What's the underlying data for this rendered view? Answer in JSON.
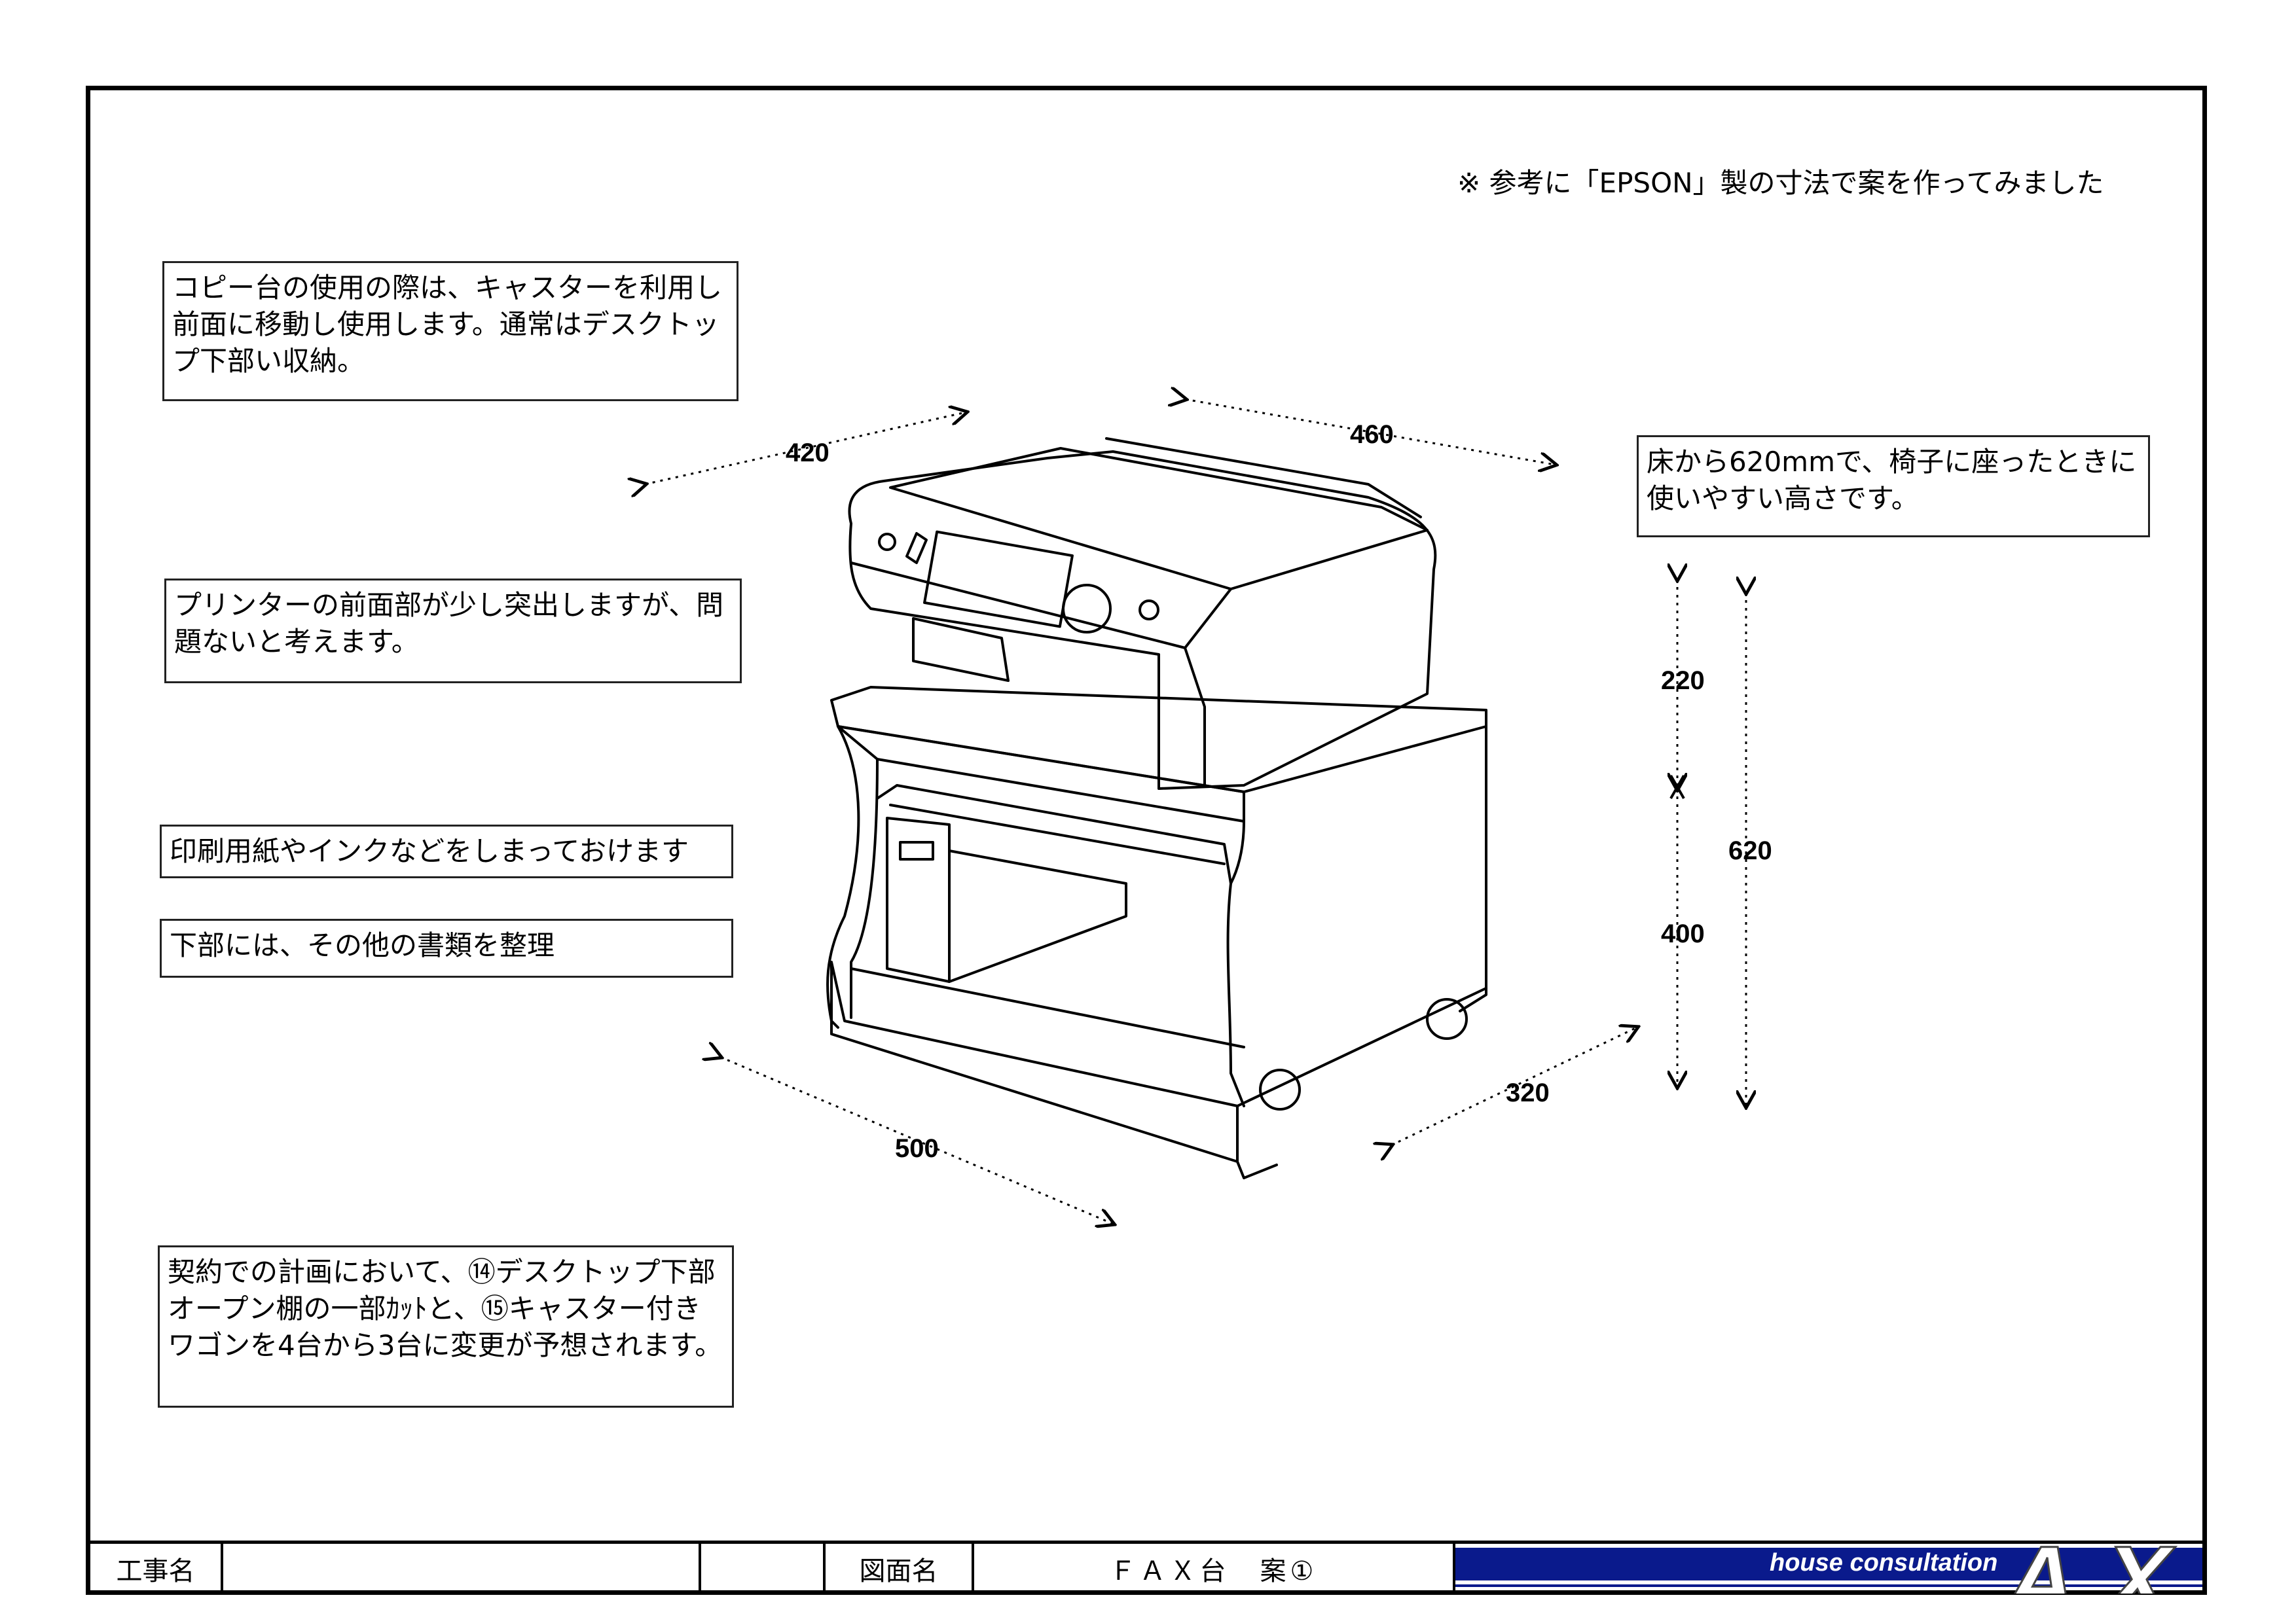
{
  "reference_note": "※ 参考に「EPSON」製の寸法で案を作ってみました",
  "notes": {
    "caster": "コピー台の使用の際は、キャスターを利用し\n前面に移動し使用します。通常はデスクトッ\nプ下部い収納。",
    "printer": "プリンターの前面部が少し突出しますが、問\n題ないと考えます。",
    "paper": "印刷用紙やインクなどをしまっておけます",
    "bottom": "下部には、その他の書類を整理",
    "height": "床から620mmで、椅子に座ったときに\n使いやすい高さです。",
    "contract": "契約での計画において、⑭デスクトップ下部\nオープン棚の一部ｶｯﾄと、⑮キャスター付き\nワゴンを4台から3台に変更が予想されます。"
  },
  "dimensions": {
    "printer_depth": "420",
    "printer_width": "460",
    "printer_height": "220",
    "cabinet_height": "400",
    "total_height": "620",
    "cabinet_width": "500",
    "cabinet_depth": "320"
  },
  "title_block": {
    "project_label": "工事名",
    "project_value": "",
    "blank": "",
    "drawing_label": "図面名",
    "drawing_value": "ＦＡＸ台　案①",
    "brand_sub": "house consultation",
    "brand_logo": "AXIS"
  },
  "colors": {
    "brand": "#0a1a8c",
    "line": "#000000"
  }
}
